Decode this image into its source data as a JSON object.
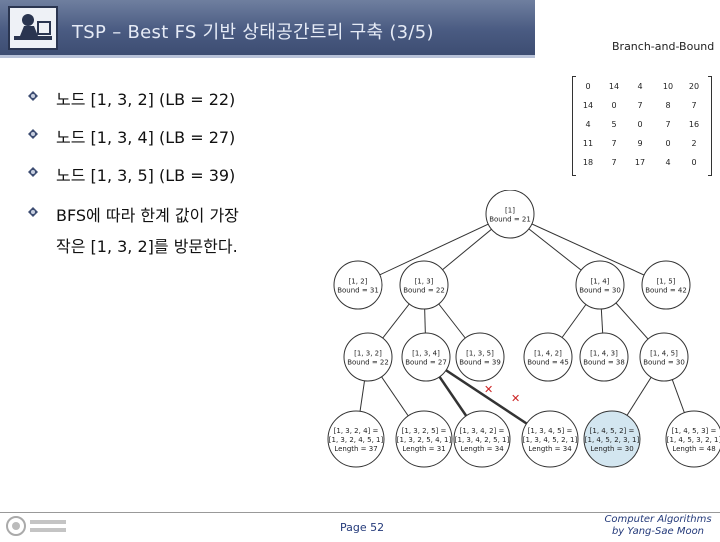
{
  "header": {
    "title": "TSP – Best FS 기반 상태공간트리 구축 (3/5)",
    "subtitle": "Branch-and-Bound"
  },
  "bullets": [
    {
      "text": "노드 [1, 3, 2] (LB = 22)"
    },
    {
      "text": "노드 [1, 3, 4] (LB = 27)"
    },
    {
      "text": "노드 [1, 3, 5] (LB = 39)"
    },
    {
      "text": "BFS에 따라 한계 값이 가장",
      "text2": "작은 [1, 3, 2]를 방문한다."
    }
  ],
  "matrix": [
    [
      "0",
      "14",
      "4",
      "10",
      "20"
    ],
    [
      "14",
      "0",
      "7",
      "8",
      "7"
    ],
    [
      "4",
      "5",
      "0",
      "7",
      "16"
    ],
    [
      "11",
      "7",
      "9",
      "0",
      "2"
    ],
    [
      "18",
      "7",
      "17",
      "4",
      "0"
    ]
  ],
  "tree": {
    "root": {
      "l1": "[1]",
      "l2": "Bound = 21"
    },
    "level1": [
      {
        "l1": "[1, 2]",
        "l2": "Bound = 31"
      },
      {
        "l1": "[1, 3]",
        "l2": "Bound = 22"
      },
      {
        "l1": "[1, 4]",
        "l2": "Bound = 30"
      },
      {
        "l1": "[1, 5]",
        "l2": "Bound = 42"
      }
    ],
    "level2": [
      {
        "l1": "[1, 3, 2]",
        "l2": "Bound = 22"
      },
      {
        "l1": "[1, 3, 4]",
        "l2": "Bound = 27"
      },
      {
        "l1": "[1, 3, 5]",
        "l2": "Bound = 39"
      },
      {
        "l1": "[1, 4, 2]",
        "l2": "Bound = 45"
      },
      {
        "l1": "[1, 4, 3]",
        "l2": "Bound = 38"
      },
      {
        "l1": "[1, 4, 5]",
        "l2": "Bound = 30"
      }
    ],
    "level3": [
      {
        "l1": "[1, 3, 2, 4] =",
        "l2": "[1, 3, 2, 4, 5, 1]",
        "l3": "Length = 37"
      },
      {
        "l1": "[1, 3, 2, 5] =",
        "l2": "[1, 3, 2, 5, 4, 1]",
        "l3": "Length = 31"
      },
      {
        "l1": "[1, 3, 4, 2] =",
        "l2": "[1, 3, 4, 2, 5, 1]",
        "l3": "Length = 34"
      },
      {
        "l1": "[1, 3, 4, 5] =",
        "l2": "[1, 3, 4, 5, 2, 1]",
        "l3": "Length = 34"
      },
      {
        "l1": "[1, 4, 5, 2] =",
        "l2": "[1, 4, 5, 2, 3, 1]",
        "l3": "Length = 30"
      },
      {
        "l1": "[1, 4, 5, 3] =",
        "l2": "[1, 4, 5, 3, 2, 1]",
        "l3": "Length = 48"
      }
    ],
    "colors": {
      "node_fill": "#ffffff",
      "highlight_fill": "#d3e6f0",
      "edge": "#333333",
      "cross": "#cc2222"
    }
  },
  "footer": {
    "page": "Page 52",
    "credit_line1": "Computer Algorithms",
    "credit_line2": "by Yang-Sae Moon"
  },
  "theme": {
    "title_bg": "#4a5b82",
    "title_text": "#e6ebf6",
    "footer_text": "#243a7a"
  }
}
